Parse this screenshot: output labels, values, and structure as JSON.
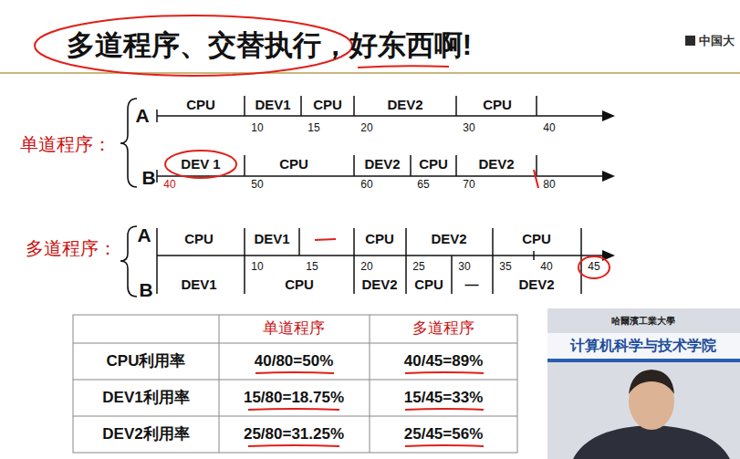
{
  "diagram": {
    "title": "多道程序、交替执行，好东西啊!",
    "labels": [
      "中国大",
      "单道程序：",
      "A",
      "CPU",
      "DEV1",
      "CPU",
      "DEV2",
      "CPU",
      "10",
      "15",
      "20",
      "30",
      "40",
      "B",
      "DEV 1",
      "CPU",
      "DEV2",
      "CPU",
      "DEV2",
      "40",
      "50",
      "60",
      "65",
      "70",
      "80",
      "多道程序：",
      "A",
      "CPU",
      "DEV1",
      "CPU",
      "DEV2",
      "CPU",
      "10",
      "15",
      "20",
      "25",
      "30",
      "35",
      "40",
      "45",
      "B",
      "DEV1",
      "CPU",
      "DEV2",
      "CPU",
      "—",
      "DEV2",
      "单道程序",
      "多道程序",
      "CPU利用率",
      "40/80=50%",
      "40/45=89%",
      "DEV1利用率",
      "15/80=18.75%",
      "15/45=33%",
      "DEV2利用率",
      "25/80=31.25%",
      "25/45=56%",
      "哈爾濱工業大學",
      "计算机科学与技术学院"
    ]
  }
}
